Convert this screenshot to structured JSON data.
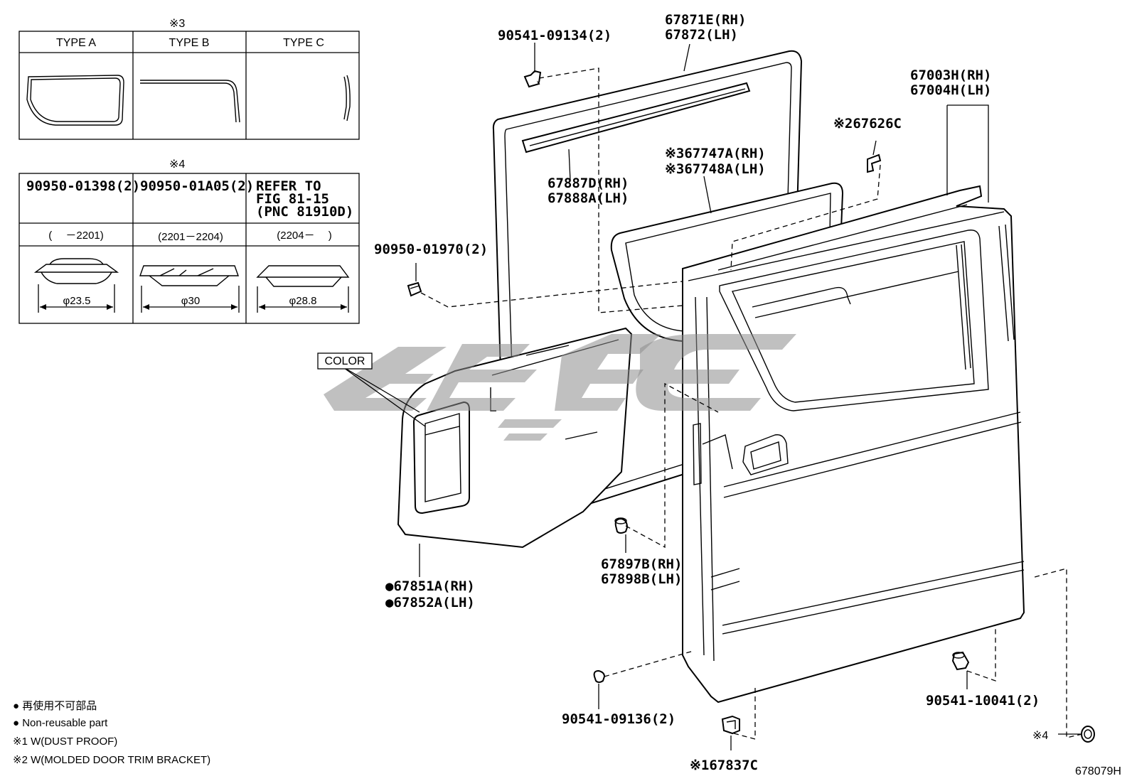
{
  "note3_title": "※3",
  "note4_title": "※4",
  "types": [
    "TYPE A",
    "TYPE B",
    "TYPE C"
  ],
  "clips": {
    "pn": [
      "90950-01398(2)",
      "90950-01A05(2)"
    ],
    "refer": [
      "REFER TO",
      "FIG 81-15",
      "(PNC 81910D)"
    ],
    "ranges": [
      "(　 －2201)",
      "(2201－2204)",
      "(2204－　 )"
    ],
    "diameters": [
      "φ23.5",
      "φ30",
      "φ28.8"
    ]
  },
  "parts": {
    "p90541_09134": "90541-09134(2)",
    "p67871e": "67871E(RH)",
    "p67872": "67872(LH)",
    "p67003h": "67003H(RH)",
    "p67004h": "67004H(LH)",
    "p67626c": "※267626C",
    "p67747a": "※367747A(RH)",
    "p67748a": "※367748A(LH)",
    "p67887d": "67887D(RH)",
    "p67888a": "67888A(LH)",
    "p90950_01970": "90950-01970(2)",
    "color": "COLOR",
    "p67851a": "●67851A(RH)",
    "p67852a": "●67852A(LH)",
    "p67897b": "67897B(RH)",
    "p67898b": "67898B(LH)",
    "p90541_09136": "90541-09136(2)",
    "p67837c": "※167837C",
    "p90541_10041": "90541-10041(2)",
    "note4_marker": "※4"
  },
  "legend": [
    "● 再使用不可部品",
    "● Non-reusable part",
    "※1 W(DUST PROOF)",
    "※2 W(MOLDED DOOR TRIM BRACKET)"
  ],
  "figure_id": "678079H"
}
